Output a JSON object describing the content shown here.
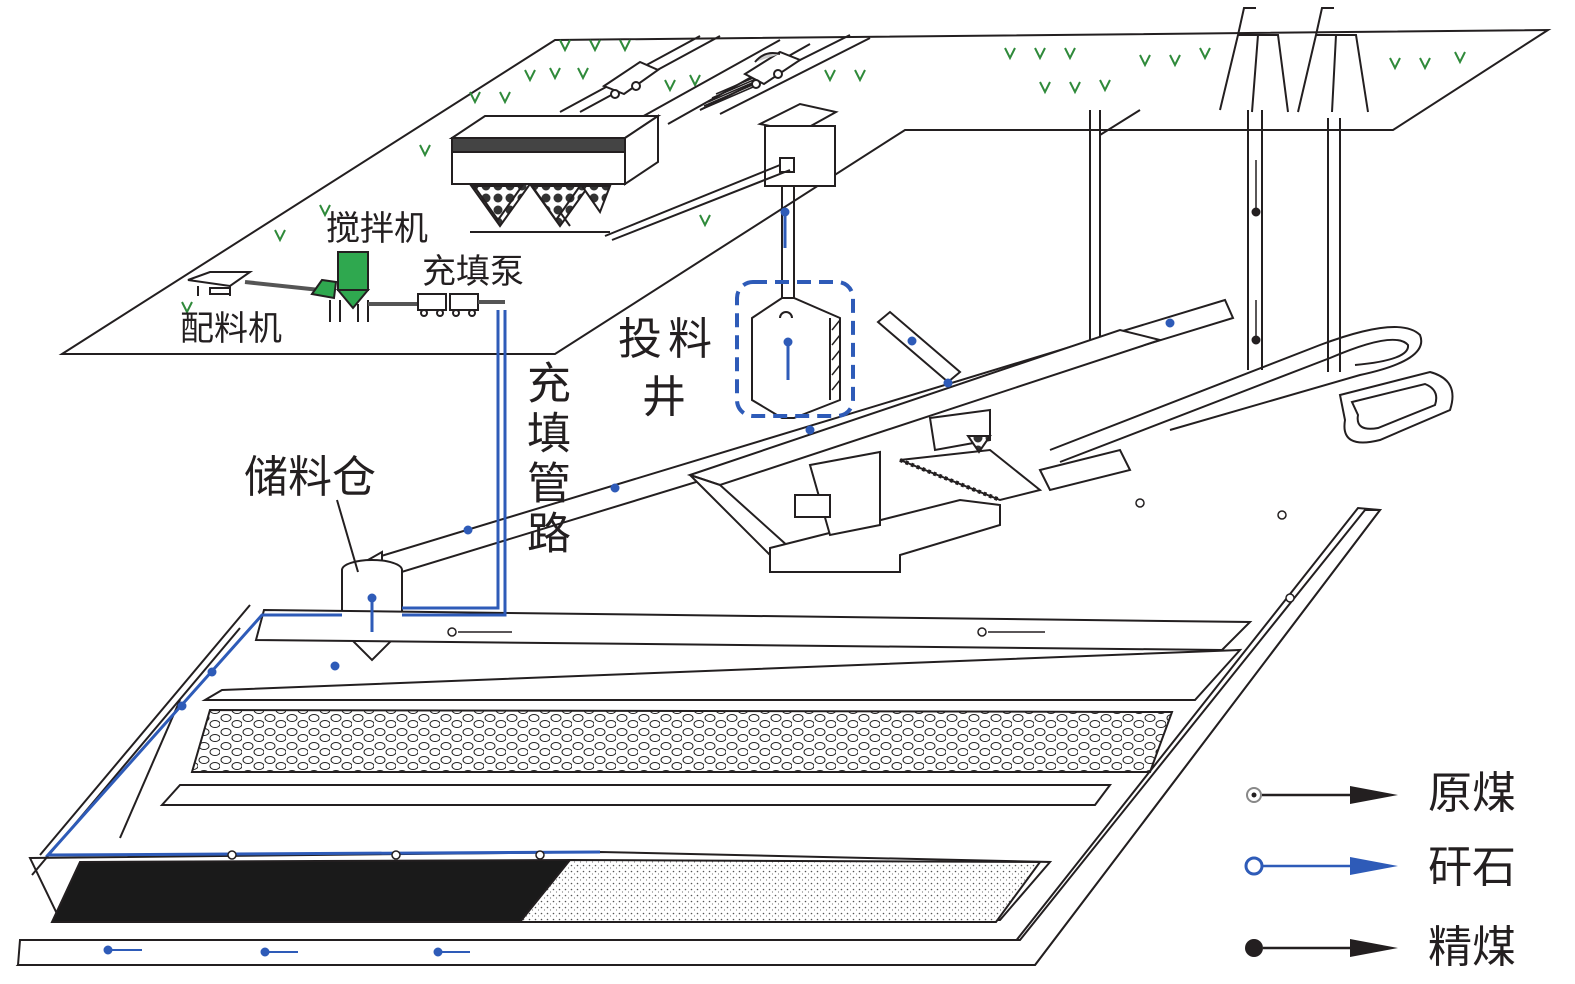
{
  "labels": {
    "mixer": "搅拌机",
    "fill_pump": "充填泵",
    "batcher": "配料机",
    "feed_shaft": "投料井",
    "fill_pipeline": "充填管路",
    "storage_bin": "储料仓"
  },
  "legend": [
    {
      "label": "原煤",
      "icon": "raw-coal-arrow-icon",
      "color": "#231f20"
    },
    {
      "label": "矸石",
      "icon": "gangue-arrow-icon",
      "color": "#2e5bb8"
    },
    {
      "label": "精煤",
      "icon": "clean-coal-arrow-icon",
      "color": "#231f20"
    }
  ],
  "colors": {
    "gangue_flow": "#2e5bb8",
    "equipment_green": "#2fa84f",
    "grass": "#2f8a3a",
    "line": "#231f20",
    "goaf_fill": "#1a1a1a"
  }
}
